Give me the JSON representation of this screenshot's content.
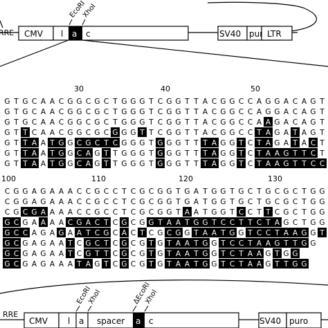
{
  "top_construct": {
    "rre_label": "RRE",
    "boxes": [
      {
        "id": "cmv",
        "label": "CMV"
      },
      {
        "id": "l",
        "label": "l"
      },
      {
        "id": "a",
        "label": "a",
        "highlighted": true
      },
      {
        "id": "c",
        "label": "c"
      },
      {
        "id": "sv40",
        "label": "SV40"
      },
      {
        "id": "puro",
        "label": "puro"
      },
      {
        "id": "ltr",
        "label": "LTR"
      }
    ],
    "site_labels": [
      "EcoRI",
      "XhoI"
    ]
  },
  "block1": {
    "ruler": [
      "30",
      "40",
      "50"
    ],
    "rows": [
      "GTGCAACGGCGCTGGGTCGGTTACGGCCAGGACAGT",
      "GTGCAACGGCGCTGGGTCGGTTACGGCCAGGACAGT",
      "GTGCAACGGCGCTGGGTCGGTTACGGCCAAGACAGT",
      "GTTCAACGGCGCGGGTTCGGTTACGGCCTAGATAGT",
      "GTTAATGGCGCTCGGGTGGGTTTAGGTCTAGATACT",
      "GTTAATGGCAGTTGGGTGGGTTTAGGTCTAAGTTCT",
      "GTTAATGGCAGTTGGGTGGGTTTAGGTCTAAGTTCC"
    ]
  },
  "block2": {
    "ruler": [
      "100",
      "110",
      "120",
      "130"
    ],
    "rows": [
      "CGGAGAAACCGCCTCGCGGTGATGGTGCTGCGCTGG",
      "CGGAGAAACCGCCTCGCGGTGATGGTGCTGCGCTGG",
      "CGCGAAAACCGCCTCGCGGTAATGGTCCTTCGCTGG",
      "GCGAAAACGACTCGCGGTAATGGTCCTTCTAGCTGG",
      "GCCAGAGAATCGCACTCGCGGTAATGGTCCTAAGGTGG",
      "GCGAGAATCGCTCGCGTGTAATGGTCCTAAGTTGG",
      "GCGAGAATCGTTCGCGTGTAATGGTCTAAGTGG",
      "GCGAGAAATAGTCGCGTGTAATGGTCTAAGTTGG"
    ]
  },
  "bottom_construct": {
    "rre_label": "RRE",
    "boxes": [
      {
        "id": "cmv",
        "label": "CMV"
      },
      {
        "id": "l",
        "label": "l"
      },
      {
        "id": "a1",
        "label": "a"
      },
      {
        "id": "spacer",
        "label": "spacer"
      },
      {
        "id": "a2",
        "label": "a",
        "highlighted": true
      },
      {
        "id": "c",
        "label": "c"
      },
      {
        "id": "sv40",
        "label": "SV40"
      },
      {
        "id": "puro",
        "label": "puro"
      }
    ],
    "site_labels": [
      "EcoRI",
      "XhoI",
      "ΔEcoRI",
      "XhoI"
    ]
  }
}
